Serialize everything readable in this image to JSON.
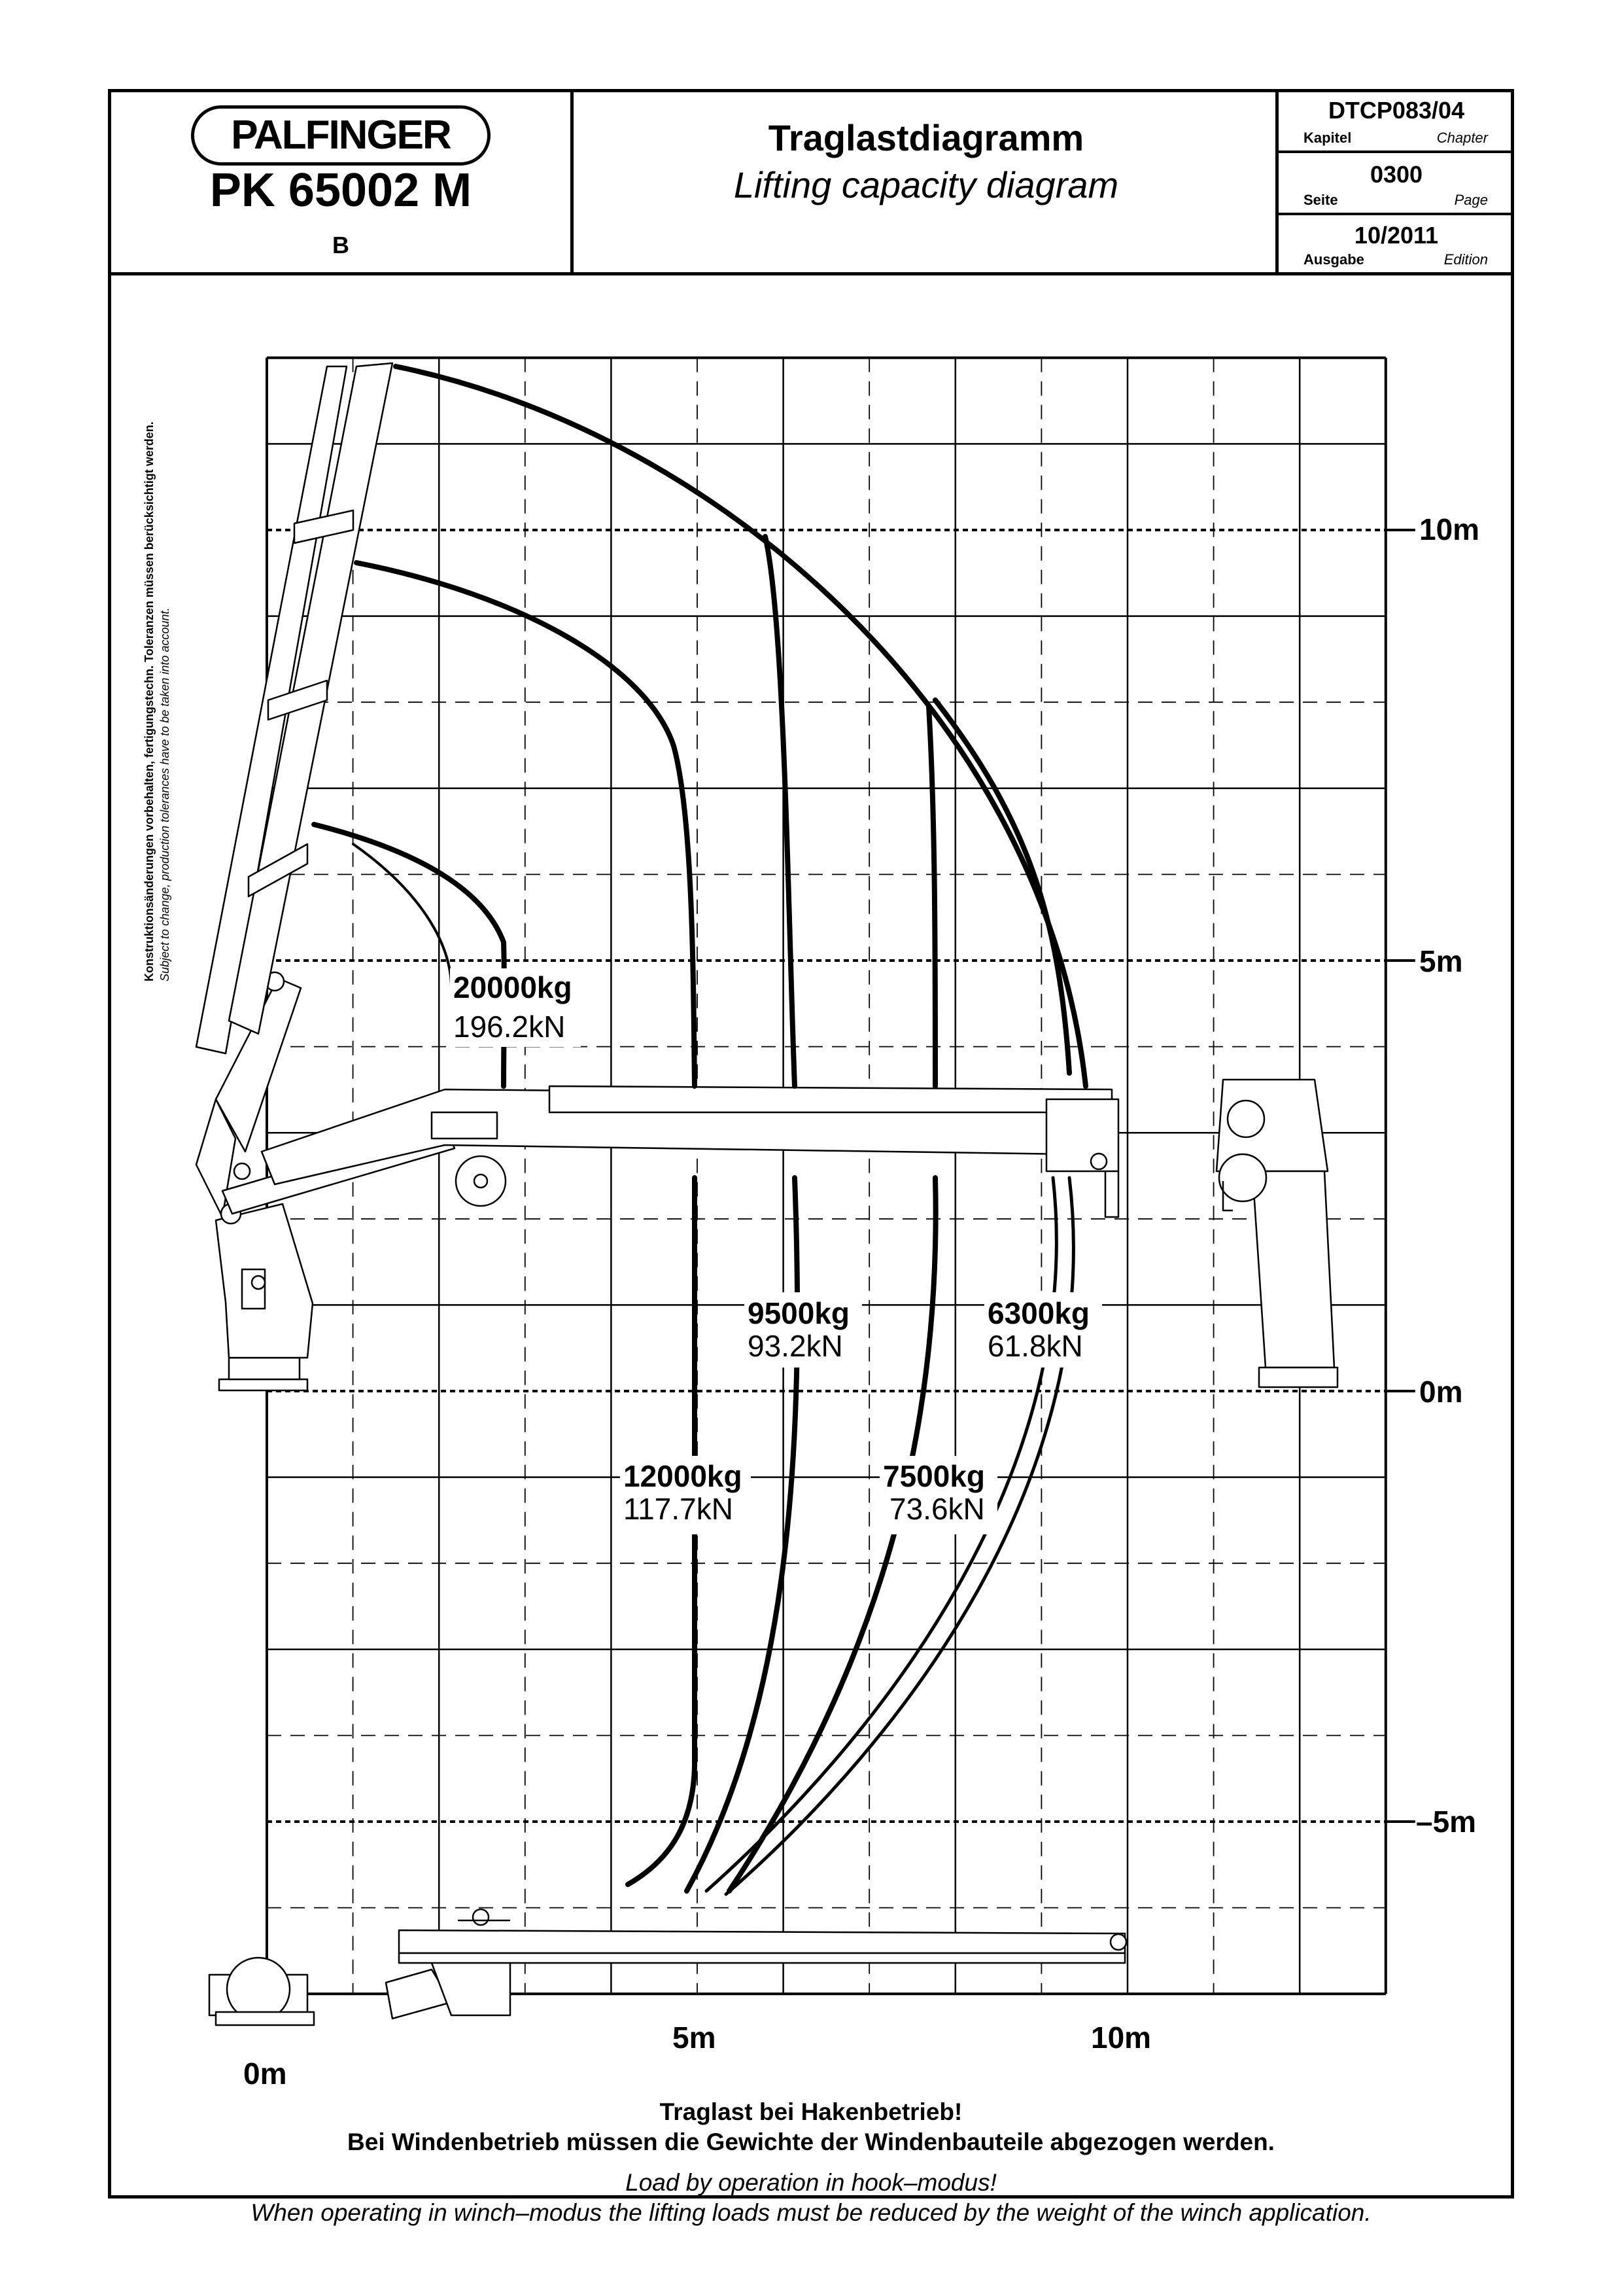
{
  "header": {
    "brand": "PALFINGER",
    "model": "PK 65002 M",
    "variant": "B",
    "title_de": "Traglastdiagramm",
    "title_en": "Lifting capacity diagram",
    "document_code": "DTCP083/04",
    "chapter_de": "Kapitel",
    "chapter_en": "Chapter",
    "page_value": "0300",
    "page_de": "Seite",
    "page_en": "Page",
    "edition_value": "10/2011",
    "edition_de": "Ausgabe",
    "edition_en": "Edition"
  },
  "side_note": {
    "de": "Konstruktionsänderungen vorbehalten, fertigungstechn. Toleranzen müssen berücksichtigt werden.",
    "en": "Subject to change, production tolerances have to be taken into account."
  },
  "diagram": {
    "x_ticks": [
      {
        "value": 0,
        "label": "0m"
      },
      {
        "value": 5,
        "label": "5m"
      },
      {
        "value": 10,
        "label": "10m"
      }
    ],
    "y_ticks": [
      {
        "value": 10,
        "label": "10m"
      },
      {
        "value": 5,
        "label": "5m"
      },
      {
        "value": 0,
        "label": "0m"
      },
      {
        "value": -5,
        "label": "–5m"
      }
    ],
    "x_range": [
      0,
      13
    ],
    "y_range": [
      -7,
      12
    ],
    "grid": "dashed 1 m grid, solid 2 m grid",
    "loads": [
      {
        "kg": "20000kg",
        "kn": "196.2kN",
        "outreach_m": 2.8
      },
      {
        "kg": "12000kg",
        "kn": "117.7kN",
        "outreach_m": 5.0
      },
      {
        "kg": "9500kg",
        "kn": "93.2kN",
        "outreach_m": 6.2
      },
      {
        "kg": "7500kg",
        "kn": "73.6kN",
        "outreach_m": 7.8
      },
      {
        "kg": "6300kg",
        "kn": "61.8kN",
        "outreach_m": 9.4
      }
    ]
  },
  "footer": {
    "de_line1": "Traglast bei Hakenbetrieb!",
    "de_line2": "Bei Windenbetrieb müssen die Gewichte der Windenbauteile abgezogen werden.",
    "en_line1": "Load by operation in hook–modus!",
    "en_line2": "When operating in winch–modus the lifting loads must be reduced by the weight of the winch application."
  }
}
